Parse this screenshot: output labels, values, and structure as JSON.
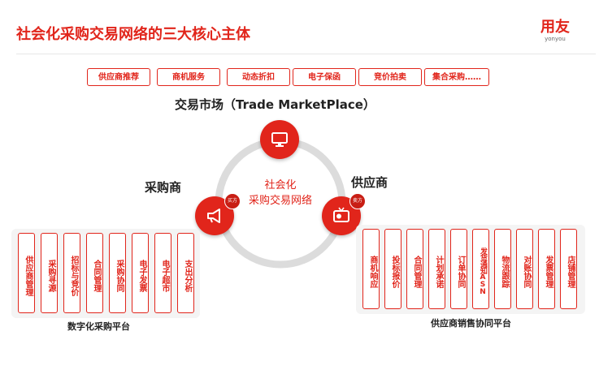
{
  "header": {
    "title": "社会化采购交易网络的三大核心主体",
    "logo_main": "用友",
    "logo_sub": "yonyou"
  },
  "tags": [
    "供应商推荐",
    "商机服务",
    "动态折扣",
    "电子保函",
    "竞价拍卖",
    "集合采购……"
  ],
  "market_title": "交易市场（Trade MarketPlace）",
  "buyer_label": "采购商",
  "supplier_label": "供应商",
  "center": {
    "line1": "社会化",
    "line2": "采购交易网络"
  },
  "badges": {
    "buyer": "买方",
    "supplier": "卖方"
  },
  "icons": {
    "market": "monitor-icon",
    "buyer": "megaphone-icon",
    "supplier": "tv-icon"
  },
  "colors": {
    "accent": "#e1251b",
    "ring": "#dcdcdc"
  },
  "left_platform": {
    "label": "数字化采购平台",
    "items": [
      "供应商管理",
      "采购寻源",
      "招标与竞价",
      "合同管理",
      "采购协同",
      "电子发票",
      "电子超市",
      "支出分析"
    ]
  },
  "right_platform": {
    "label": "供应商销售协同平台",
    "items": [
      "商机响应",
      "投标报价",
      "合同管理",
      "计划承诺",
      "订单协同",
      "发货通知ASN",
      "物流跟踪",
      "对账协同",
      "发票管理",
      "店铺管理"
    ]
  }
}
